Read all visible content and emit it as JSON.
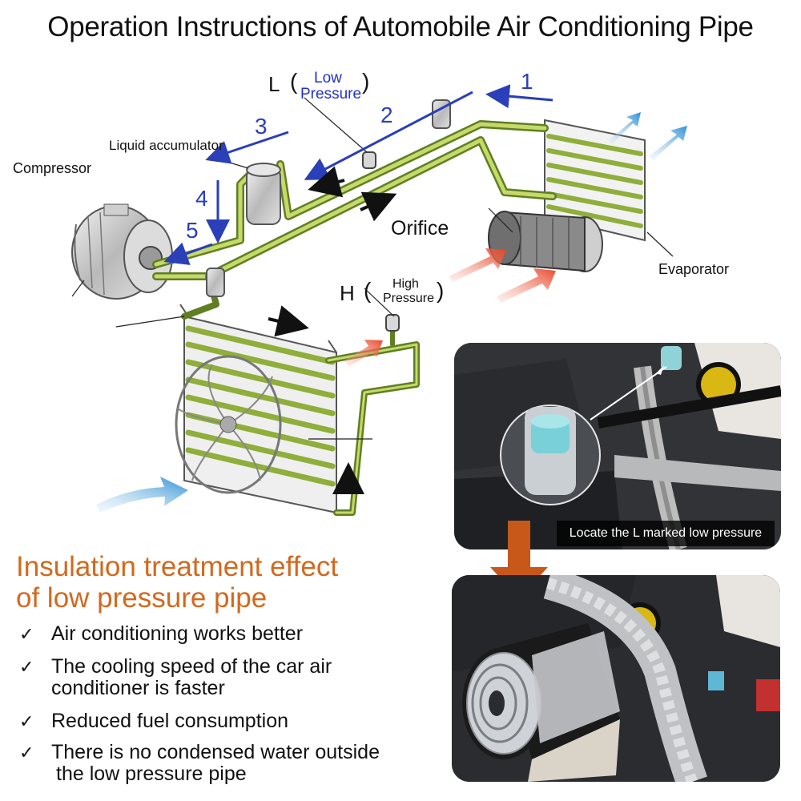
{
  "header": {
    "title": "Operation Instructions of Automobile Air Conditioning Pipe"
  },
  "diagram": {
    "labels": {
      "compressor": "Compressor",
      "accumulator": "Liquid accumulator",
      "low_letter": "L",
      "low_line1": "Low",
      "low_line2": "Pressure",
      "orifice": "Orifice",
      "evaporator": "Evaporator",
      "high_letter": "H",
      "high_line1": "High",
      "high_line2": "Pressure",
      "paren_open": "(",
      "paren_close": ")"
    },
    "steps": [
      "1",
      "2",
      "3",
      "4",
      "5"
    ],
    "colors": {
      "pipe": "#8fae3a",
      "pipe_highlight": "#c7d96a",
      "arrow_blue": "#2a3fb8",
      "air_blue": "#4aa3e0",
      "air_red": "#e8452a"
    }
  },
  "photos": {
    "top_caption": "Locate the L marked low pressure"
  },
  "benefits": {
    "heading_line1": "Insulation treatment effect",
    "heading_line2": "of low pressure pipe",
    "heading_color": "#d2691e",
    "check_glyph": "✓",
    "items": [
      {
        "line1": "Air conditioning works better",
        "line2": ""
      },
      {
        "line1": "The cooling speed of the car air",
        "line2": "conditioner is faster"
      },
      {
        "line1": "Reduced fuel consumption",
        "line2": ""
      },
      {
        "line1": "There is no condensed water outside",
        "line2": "the low pressure pipe"
      }
    ]
  }
}
